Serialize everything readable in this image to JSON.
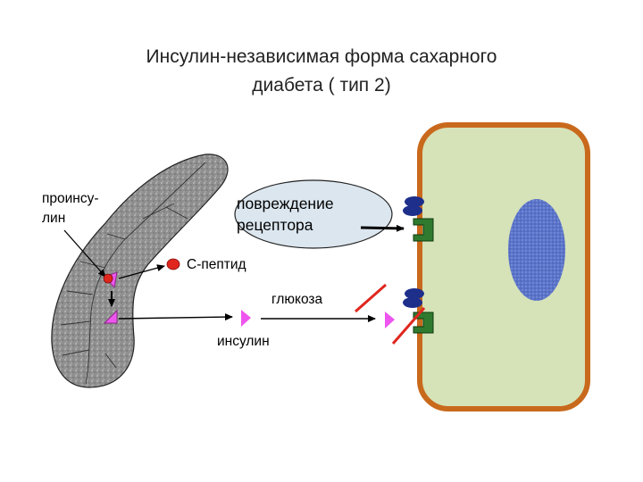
{
  "title": {
    "line1": "Инсулин-независимая форма сахарного",
    "line2": "диабета  ( тип 2)"
  },
  "labels": {
    "proinsulin_line1": "проинсу-",
    "proinsulin_line2": "лин",
    "receptor_damage_line1": "повреждение",
    "receptor_damage_line2": "рецептора",
    "c_peptide": "С-пептид",
    "glucose": "глюкоза",
    "insulin": "инсулин"
  },
  "colors": {
    "pancreas": "#8f8f8f",
    "cell_fill": "#d6e2b8",
    "cell_border": "#c8691c",
    "nucleus": "#5b74c9",
    "receptor_blue": "#1d2f8a",
    "receptor_green": "#2f7a2f",
    "block_red": "#e0271e",
    "insulin_marker": "#ee55ee",
    "bubble_fill": "#dbe6ef"
  }
}
